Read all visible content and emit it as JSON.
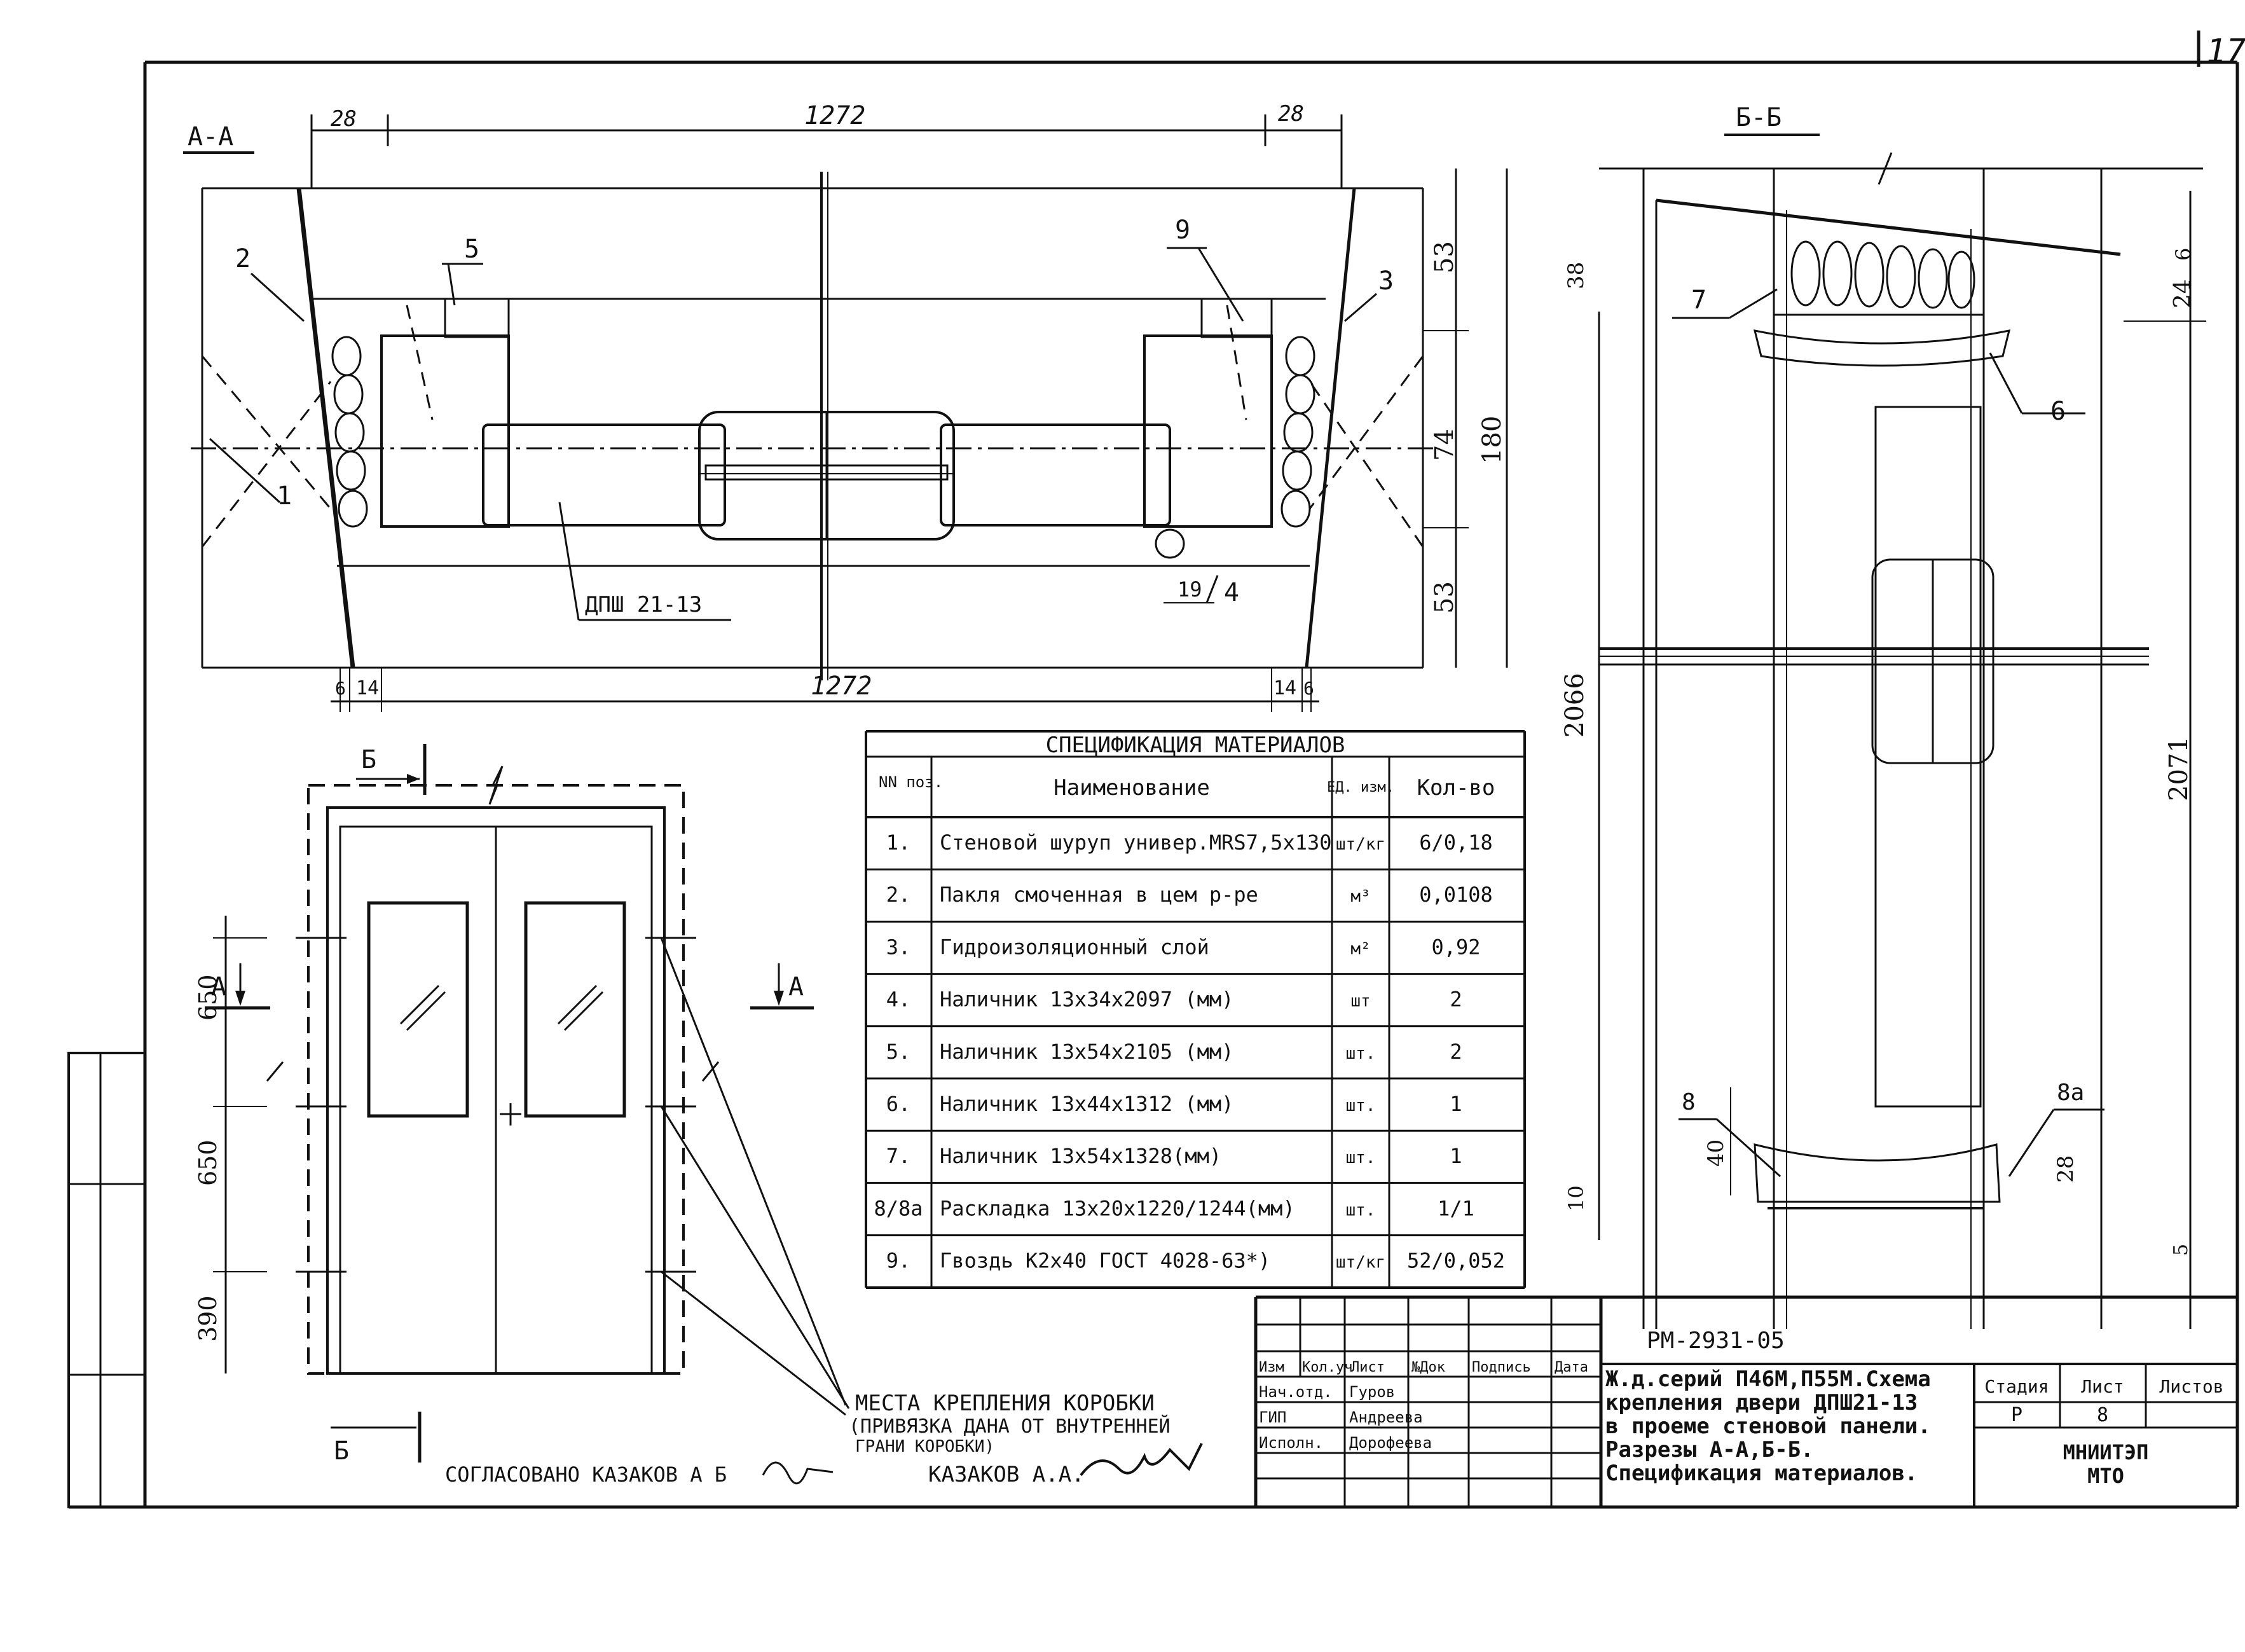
{
  "page_number": "17",
  "section_aa": {
    "title": "А-А",
    "dim_top_left": "28",
    "dim_top_mid": "1272",
    "dim_top_right": "28",
    "dim_bottom_mid": "1272",
    "dim_bottom_l1": "6",
    "dim_bottom_l2": "14",
    "dim_bottom_r1": "14",
    "dim_bottom_r2": "6",
    "dim_right_top": "53",
    "dim_right_mid": "74",
    "dim_right_total": "180",
    "dim_right_bottom": "53",
    "dim_19": "19",
    "callouts": [
      "1",
      "2",
      "3",
      "4",
      "5",
      "9"
    ],
    "door_label": "ДПШ 21-13"
  },
  "section_bb": {
    "title": "Б-Б",
    "dim_left_height": "2066",
    "dim_right_height": "2071",
    "dim_38": "38",
    "dim_6": "6",
    "dim_24": "24",
    "dim_40": "40",
    "dim_10": "10",
    "dim_28": "28",
    "dim_5": "5",
    "callouts": [
      "6",
      "7",
      "8",
      "8а"
    ]
  },
  "elevation": {
    "cut_b_top": "Б",
    "cut_b_bottom": "Б",
    "cut_a_left": "А",
    "cut_a_right": "А",
    "dims_left": [
      "650",
      "650",
      "390"
    ]
  },
  "notes": {
    "fastening_line1": "МЕСТА КРЕПЛЕНИЯ КОРОБКИ",
    "fastening_line2": "(ПРИВЯЗКА ДАНА ОТ ВНУТРЕННЕЙ",
    "fastening_line3": "ГРАНИ КОРОБКИ)",
    "approved_line": "СОГЛАСОВАНО КАЗАКОВ А Б",
    "approved_name": "КАЗАКОВ А.А."
  },
  "spec_table": {
    "title": "СПЕЦИФИКАЦИЯ МАТЕРИАЛОВ",
    "headers": [
      "NN поз.",
      "Наименование",
      "ЕД. изм.",
      "Кол-во"
    ],
    "rows": [
      [
        "1.",
        "Стеновой шуруп универ.MRS7,5x130",
        "шт/кг",
        "6/0,18"
      ],
      [
        "2.",
        "Пакля смоченная в цем р-ре",
        "м³",
        "0,0108"
      ],
      [
        "3.",
        "Гидроизоляционный слой",
        "м²",
        "0,92"
      ],
      [
        "4.",
        "Наличник 13x34x2097 (мм)",
        "шт",
        "2"
      ],
      [
        "5.",
        "Наличник 13x54x2105 (мм)",
        "шт.",
        "2"
      ],
      [
        "6.",
        "Наличник 13x44x1312 (мм)",
        "шт.",
        "1"
      ],
      [
        "7.",
        "Наличник 13x54x1328(мм)",
        "шт.",
        "1"
      ],
      [
        "8/8а",
        "Раскладка 13x20x1220/1244(мм)",
        "шт.",
        "1/1"
      ],
      [
        "9.",
        "Гвоздь К2x40 ГОСТ 4028-63*)",
        "шт/кг",
        "52/0,052"
      ]
    ]
  },
  "title_block": {
    "doc_code": "РМ-2931-05",
    "col_headers": [
      "Изм",
      "Кол.уч",
      "Лист",
      "№Док",
      "Подпись",
      "Дата"
    ],
    "roles": [
      [
        "Нач.отд.",
        "Гуров"
      ],
      [
        "ГИП",
        "Андреева"
      ],
      [
        "Исполн.",
        "Дорофеева"
      ]
    ],
    "description": [
      "Ж.д.серий П46М,П55М.Схема",
      "крепления двери ДПШ21-13",
      "в проеме стеновой панели.",
      "Разрезы А-А,Б-Б.",
      "Спецификация материалов."
    ],
    "stage_label": "Стадия",
    "sheet_label": "Лист",
    "sheets_label": "Листов",
    "stage": "Р",
    "sheet": "8",
    "sheets": "",
    "org_line1": "МНИИТЭП",
    "org_line2": "МТО"
  }
}
